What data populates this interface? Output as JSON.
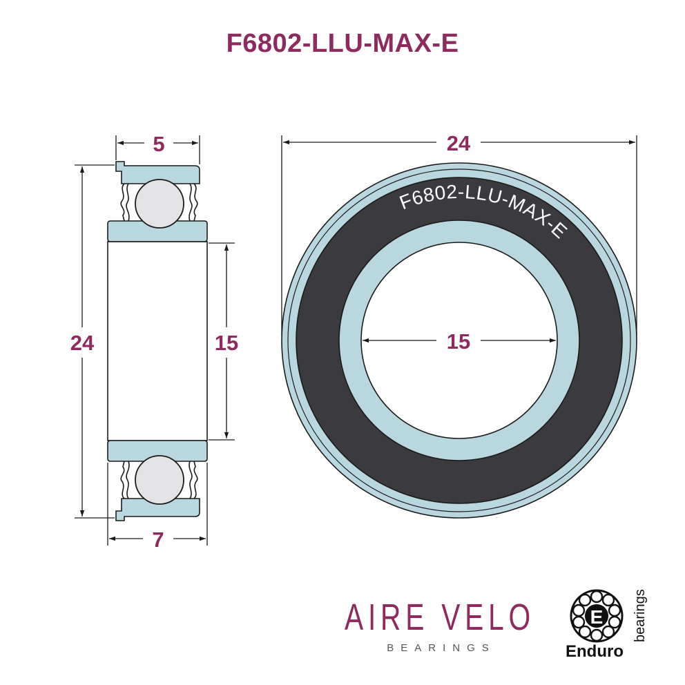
{
  "title": "F6802-LLU-MAX-E",
  "ring_print": "F6802-LLU-MAX-E",
  "dimensions": {
    "flange_width": "5",
    "outer_height": "24",
    "bore_height": "15",
    "total_width": "7",
    "outer_diameter": "24",
    "bore_diameter": "15"
  },
  "logos": {
    "aire_velo": {
      "name": "AIRE VELO",
      "sub": "BEARINGS"
    },
    "enduro": {
      "mark": "E",
      "name": "Enduro",
      "sub": "bearings"
    }
  },
  "colors": {
    "accent": "#8e2a5e",
    "seal": "#3b3a3f",
    "steel": "#b9d7df",
    "ball": "#e3e3e6",
    "line": "#1a1a1a"
  }
}
